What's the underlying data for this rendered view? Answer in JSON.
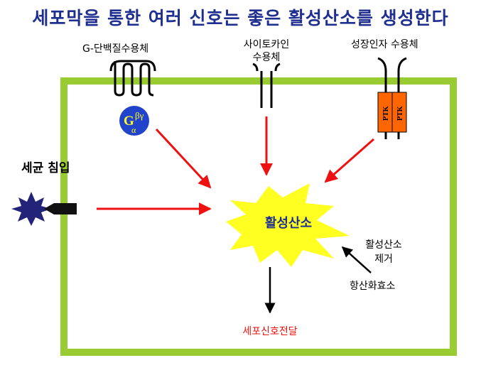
{
  "title": "세포막을 통한 여러 신호는 좋은 활성산소를 생성한다",
  "receptors": {
    "gpcr": "G-단백질수용체",
    "cytokine_line1": "사이토카인",
    "cytokine_line2": "수용체",
    "growth_factor": "성장인자 수용체",
    "ptk": "PTK"
  },
  "g_protein": {
    "g": "G",
    "alpha": "α",
    "betagamma": "βγ"
  },
  "bacteria_invasion": "세균 침입",
  "center": "활성산소",
  "removal_line1": "활성산소",
  "removal_line2": "제거",
  "antioxidant": "항산화효소",
  "signal": "세포신호전달",
  "colors": {
    "cell_border": "#99cc33",
    "arrow_red": "#ee1111",
    "starburst": "#ffff22",
    "title": "#1f2f8f",
    "g_protein": "#2244cc",
    "ptk": "#ff6600",
    "bacteria": "#23237a"
  }
}
